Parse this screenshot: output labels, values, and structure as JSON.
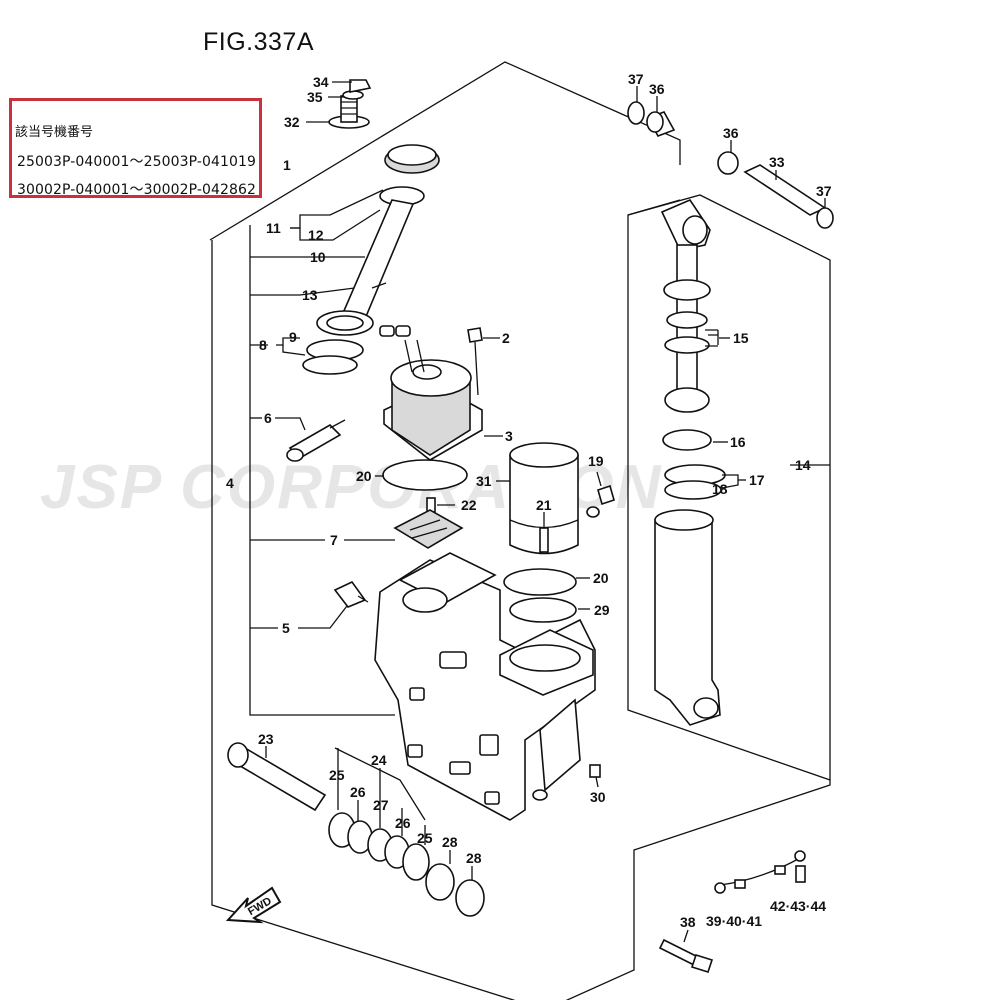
{
  "figure": {
    "title": "FIG.337A"
  },
  "applicable_serials": {
    "heading": "該当号機番号",
    "ranges": [
      "25003P-040001～25003P-041019",
      "30002P-040001～30002P-042862"
    ]
  },
  "watermark": "JSP CORPORATION",
  "fwd_label": "FWD",
  "colors": {
    "box_border": "#c8323a",
    "line": "#111111",
    "watermark": "#e6e6e6"
  },
  "callouts": {
    "c1": "1",
    "c2": "2",
    "c3": "3",
    "c4": "4",
    "c5": "5",
    "c6": "6",
    "c7": "7",
    "c8": "8",
    "c9": "9",
    "c10": "10",
    "c11": "11",
    "c12": "12",
    "c13": "13",
    "c14": "14",
    "c15": "15",
    "c16": "16",
    "c17": "17",
    "c18": "18",
    "c19": "19",
    "c20a": "20",
    "c20b": "20",
    "c21": "21",
    "c22": "22",
    "c23": "23",
    "c24": "24",
    "c25a": "25",
    "c25b": "25",
    "c26a": "26",
    "c26b": "26",
    "c27": "27",
    "c28a": "28",
    "c28b": "28",
    "c29": "29",
    "c30": "30",
    "c31": "31",
    "c32": "32",
    "c33": "33",
    "c34": "34",
    "c35": "35",
    "c36a": "36",
    "c36b": "36",
    "c37a": "37",
    "c37b": "37",
    "c38": "38",
    "c394041": "39·40·41",
    "c424344": "42·43·44"
  }
}
